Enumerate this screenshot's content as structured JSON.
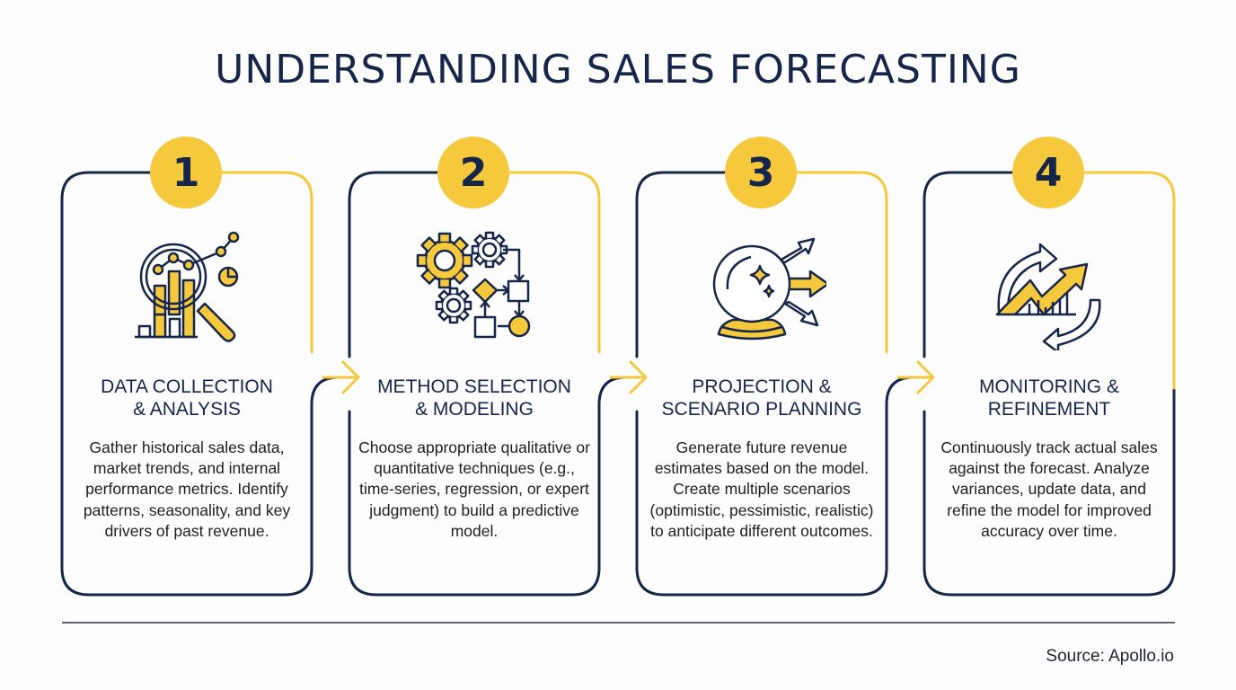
{
  "title": "UNDERSTANDING SALES FORECASTING",
  "colors": {
    "navy": "#16264a",
    "yellow": "#f6c83c",
    "text": "#1e1e1e",
    "rule": "#5b6670"
  },
  "steps": [
    {
      "number": "1",
      "icon": "magnifier-chart-icon",
      "title_line1": "DATA COLLECTION",
      "title_line2": "& ANALYSIS",
      "description": "Gather historical sales data, market trends, and internal performance metrics. Identify patterns, seasonality, and key drivers of past revenue."
    },
    {
      "number": "2",
      "icon": "gears-flowchart-icon",
      "title_line1": "METHOD SELECTION",
      "title_line2": "& MODELING",
      "description": "Choose appropriate qualitative or quantitative techniques (e.g., time-series, regression, or expert judgment) to build a predictive model."
    },
    {
      "number": "3",
      "icon": "crystal-ball-arrows-icon",
      "title_line1": "PROJECTION &",
      "title_line2": "SCENARIO PLANNING",
      "description": "Generate future revenue estimates based on the model. Create multiple scenarios (optimistic, pessimistic, realistic) to anticipate different outcomes."
    },
    {
      "number": "4",
      "icon": "cycle-trend-arrow-icon",
      "title_line1": "MONITORING &",
      "title_line2": "REFINEMENT",
      "description": "Continuously track actual sales against the forecast. Analyze variances, update data, and refine the model for improved accuracy over time."
    }
  ],
  "footer": {
    "source": "Source: Apollo.io"
  }
}
